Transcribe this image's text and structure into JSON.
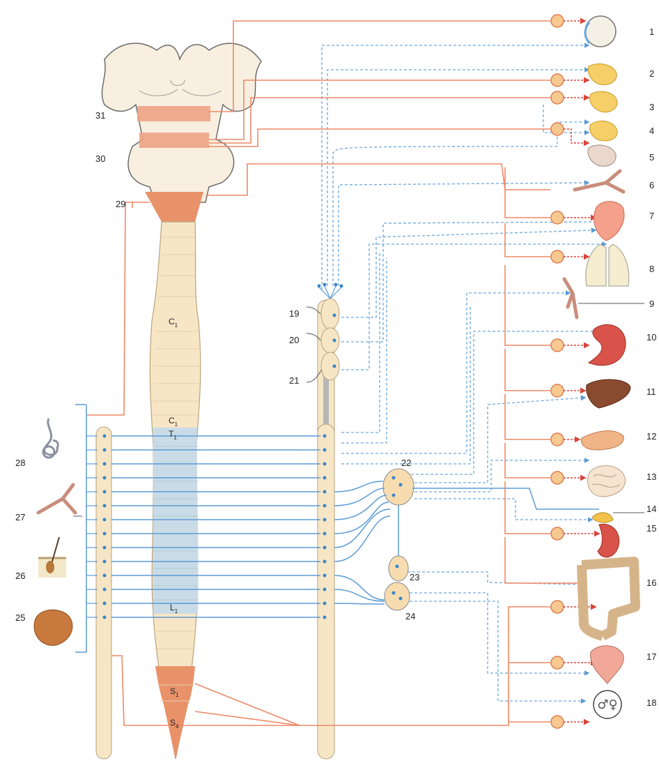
{
  "organ_labels": [
    "1",
    "2",
    "3",
    "4",
    "5",
    "6",
    "7",
    "8",
    "9",
    "10",
    "11",
    "12",
    "13",
    "14",
    "15",
    "16",
    "17",
    "18"
  ],
  "ganglion_labels": [
    "19",
    "20",
    "21",
    "22",
    "23",
    "24"
  ],
  "left_labels": [
    "25",
    "26",
    "27",
    "28"
  ],
  "brain_labels": [
    "29",
    "30",
    "31"
  ],
  "segment_labels": {
    "c1_upper": {
      "main": "C",
      "sub": "1"
    },
    "c1_lower": {
      "main": "C",
      "sub": "1"
    },
    "t1": {
      "main": "T",
      "sub": "1"
    },
    "l1": {
      "main": "L",
      "sub": "1"
    },
    "s1": {
      "main": "S",
      "sub": "1"
    },
    "s4": {
      "main": "S",
      "sub": "4"
    }
  },
  "colors": {
    "parasympathetic": "#ee8866",
    "sympathetic": "#5b9bd5",
    "sympathetic_fiber": "#6aa7dc",
    "cord": "#f7e6c6",
    "cord_outline": "#b9a27a",
    "thoracolumbar": "#c9dbe6",
    "sacral": "#e9926a",
    "brain": "#f8efe0",
    "ganglion": "#f7dcb0"
  }
}
